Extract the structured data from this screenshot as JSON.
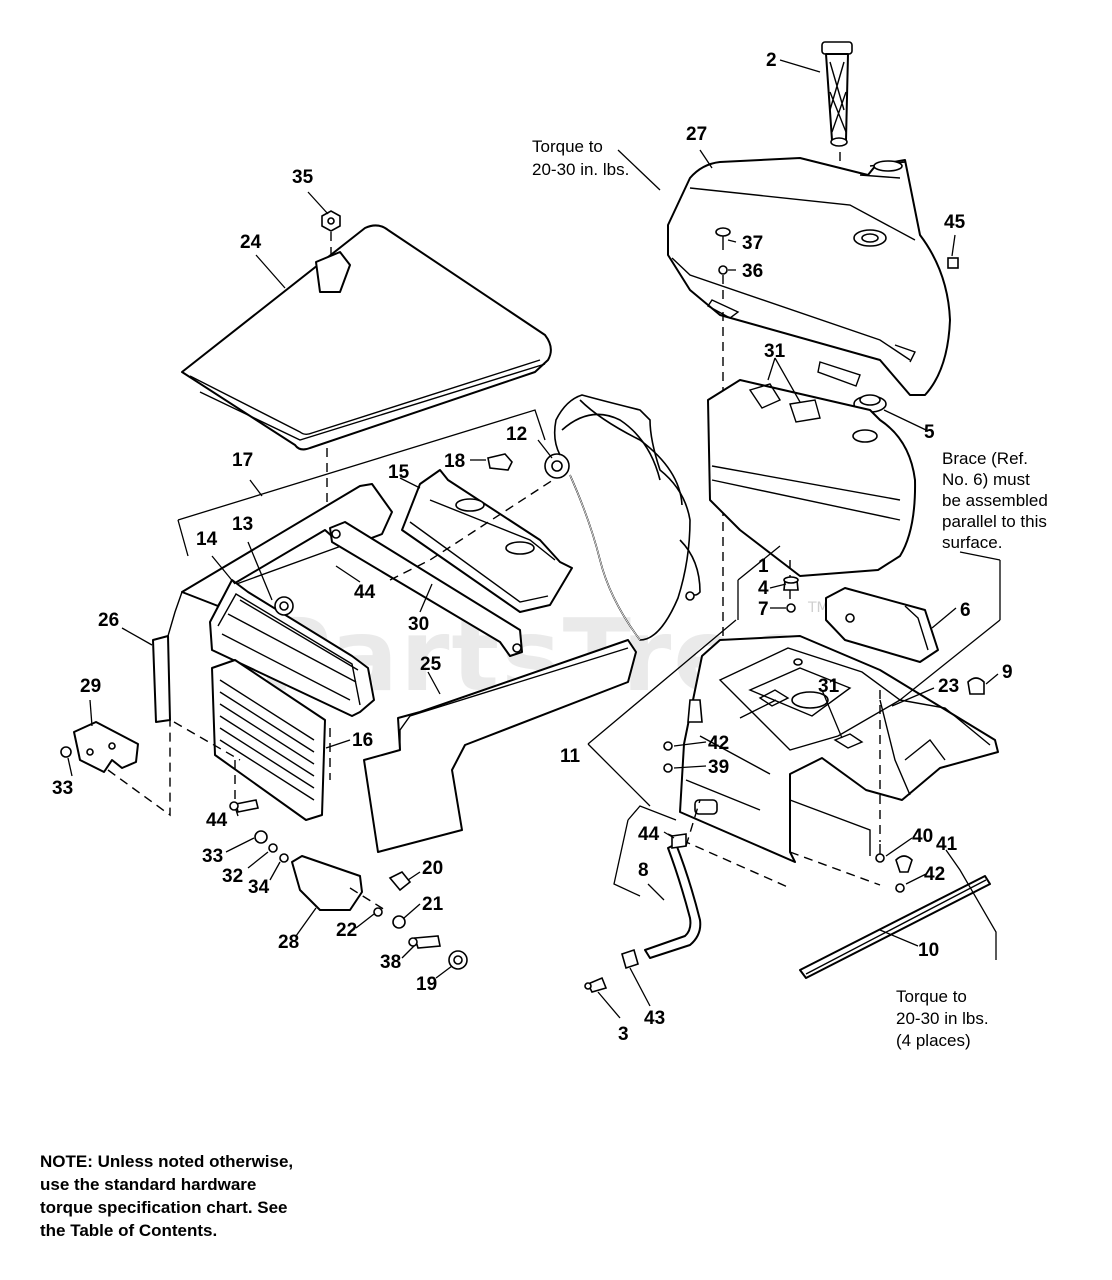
{
  "watermark": {
    "text": "PartsTree",
    "tm": "TM"
  },
  "callouts": {
    "c2": "2",
    "c27": "27",
    "c45": "45",
    "c37": "37",
    "c36": "36",
    "c31a": "31",
    "c5": "5",
    "c35": "35",
    "c24": "24",
    "c12": "12",
    "c18": "18",
    "c17": "17",
    "c15": "15",
    "c13": "13",
    "c14": "14",
    "c44a": "44",
    "c30": "30",
    "c26": "26",
    "c29": "29",
    "c33a": "33",
    "c25": "25",
    "c16": "16",
    "c44b": "44",
    "c33b": "33",
    "c32": "32",
    "c34": "34",
    "c20": "20",
    "c21": "21",
    "c22": "22",
    "c28": "28",
    "c38": "38",
    "c19": "19",
    "c1": "1",
    "c4": "4",
    "c7": "7",
    "c6": "6",
    "c9": "9",
    "c23": "23",
    "c31b": "31",
    "c11": "11",
    "c42a": "42",
    "c39": "39",
    "c44c": "44",
    "c8": "8",
    "c3": "3",
    "c43": "43",
    "c40": "40",
    "c41": "41",
    "c42b": "42",
    "c10": "10"
  },
  "notes": {
    "torque_top": [
      "Torque to",
      "20-30 in. lbs."
    ],
    "brace": [
      "Brace (Ref.",
      "No. 6) must",
      "be assembled",
      "parallel to this",
      "surface."
    ],
    "torque_bottom": [
      "Torque to",
      "20-30 in lbs.",
      "(4 places)"
    ],
    "footer": [
      "NOTE: Unless noted otherwise,",
      "use the standard hardware",
      "torque specification chart. See",
      "the Table of Contents."
    ]
  }
}
